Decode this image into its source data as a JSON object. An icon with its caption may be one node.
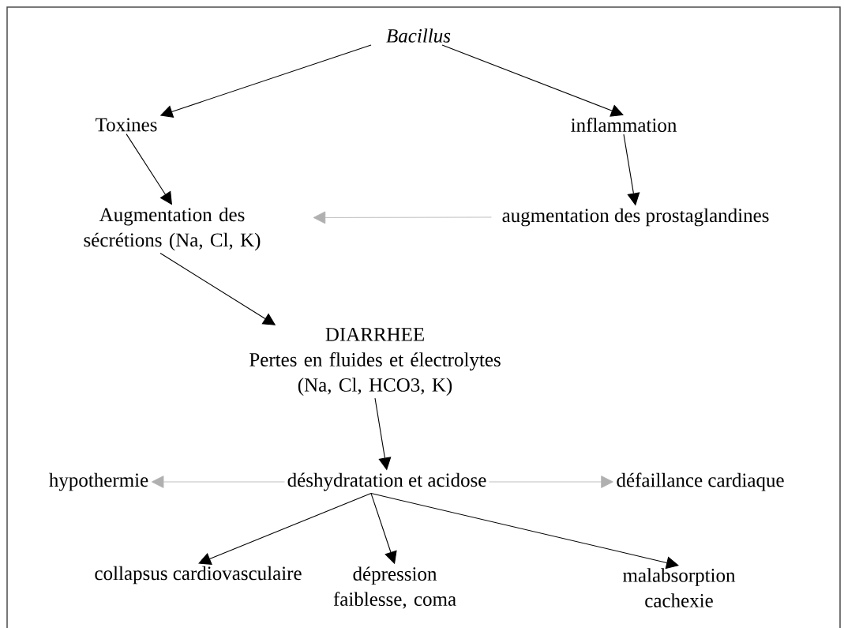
{
  "diagram": {
    "nodes": [
      {
        "text": [
          "Bacillus"
        ]
      },
      {
        "text": [
          "Toxines"
        ]
      },
      {
        "text": [
          "inflammation"
        ]
      },
      {
        "text": [
          "Augmentation des sécrétions (Na, Cl, K)"
        ]
      },
      {
        "text": [
          "augmentation des prostaglandines"
        ]
      },
      {
        "text": [
          "DIARRHEE",
          "Pertes en fluides et électrolytes (Na, Cl, HCO3, K)"
        ]
      },
      {
        "text": [
          "hypothermie"
        ]
      },
      {
        "text": [
          "déshydratation et acidose"
        ]
      },
      {
        "text": [
          "défaillance cardiaque"
        ]
      },
      {
        "text": [
          "collapsus cardiovasculaire"
        ]
      },
      {
        "text": [
          "dépression faiblesse, coma"
        ]
      },
      {
        "text": [
          "malabsorption cachexie"
        ]
      }
    ],
    "edges": [
      {
        "from": 0,
        "to": 1,
        "arrow": "to"
      },
      {
        "from": 0,
        "to": 2,
        "arrow": "to"
      },
      {
        "from": 1,
        "to": 3,
        "arrow": "to"
      },
      {
        "from": 2,
        "to": 4,
        "arrow": "to"
      },
      {
        "from": 4,
        "to": 3,
        "arrow": "to",
        "color": "#b0b0b0"
      },
      {
        "from": 3,
        "to": 5,
        "arrow": "to"
      },
      {
        "from": 5,
        "to": 7,
        "arrow": "to"
      },
      {
        "from": 7,
        "to": 6,
        "arrow": "to",
        "color": "#b0b0b0"
      },
      {
        "from": 7,
        "to": 8,
        "arrow": "to",
        "color": "#b0b0b0"
      },
      {
        "from": 7,
        "to": 9,
        "arrow": "to"
      },
      {
        "from": 7,
        "to": 10,
        "arrow": "to"
      },
      {
        "from": 7,
        "to": 11,
        "arrow": "to"
      }
    ]
  }
}
